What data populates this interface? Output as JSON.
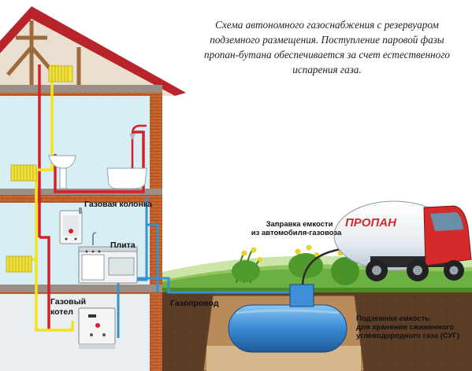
{
  "caption": "Схема автономного газоснабжения с резервуаром подземного размещения. Поступление паровой фазы пропан-бутана обеспечивается за счет естественного испарения газа.",
  "labels": {
    "gas_heater": "Газовая колонка",
    "stove": "Плита",
    "boiler_line1": "Газовый",
    "boiler_line2": "котел",
    "pipeline": "Газопровод",
    "refuel_line1": "Заправка емкости",
    "refuel_line2": "из автомобиля-газовоза",
    "tank_line1": "Подземная емкость",
    "tank_line2": "для хранения сжиженного",
    "tank_line3": "углеводородного газа (СУГ)",
    "truck_brand": "ПРОПАН"
  },
  "colors": {
    "brick": "#c2602a",
    "roof": "#b8242a",
    "wall": "#d8eef4",
    "gas_pipe": "#f4e21a",
    "hot_pipe": "#d4202a",
    "cold_pipe": "#3a8fd0",
    "tank": "#3f8fd8",
    "truck_cab": "#d42a2a",
    "soil": "#5a3b26",
    "grass": "#4d9a2c"
  }
}
